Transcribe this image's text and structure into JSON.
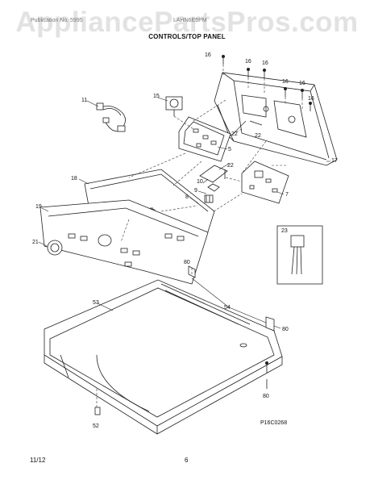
{
  "header": {
    "watermark": "AppliancePartsPros.com",
    "left_text": "Publication No. 5995",
    "right_text": "LAHN6E5PM",
    "title": "CONTROLS/TOP PANEL"
  },
  "footer": {
    "date": "11/12",
    "page": "6"
  },
  "drawing_code": "P16C0268",
  "inset_label": "23",
  "callouts": {
    "c16a": "16",
    "c16b": "16",
    "c16c": "16",
    "c16d": "16",
    "c16e": "16",
    "c16f": "16",
    "c11": "11",
    "c15": "15",
    "c22a": "22",
    "c22b": "22",
    "c22c": "22",
    "c5": "5",
    "c17": "17",
    "c10": "10",
    "c9": "9",
    "c8": "8",
    "c7": "7",
    "c18": "18",
    "c19": "19",
    "c21": "21",
    "c80a": "80",
    "c53": "53",
    "c54": "54",
    "c80b": "80",
    "c80c": "80",
    "c52": "52"
  }
}
